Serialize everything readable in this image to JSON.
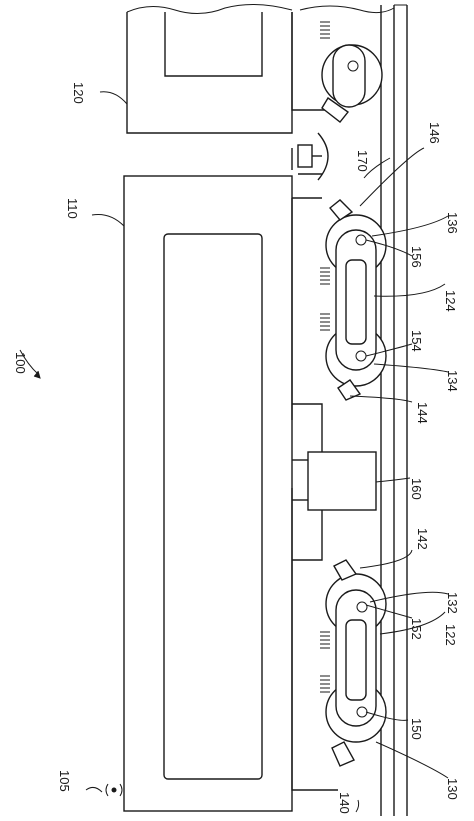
{
  "figure": {
    "ref_system": "100",
    "ref_beacon": "105",
    "ref_car_main": "110",
    "ref_car_adjacent": "120",
    "ref_truck_front": "122",
    "ref_truck_rear": "124",
    "ref_wheel_130": "130",
    "ref_wheel_132": "132",
    "ref_wheel_134": "134",
    "ref_wheel_136": "136",
    "ref_brake_140": "140",
    "ref_brake_142": "142",
    "ref_brake_144": "144",
    "ref_brake_146": "146",
    "ref_axle_150": "150",
    "ref_axle_152": "152",
    "ref_axle_154": "154",
    "ref_axle_156": "156",
    "ref_module_160": "160",
    "ref_rail_170": "170"
  }
}
